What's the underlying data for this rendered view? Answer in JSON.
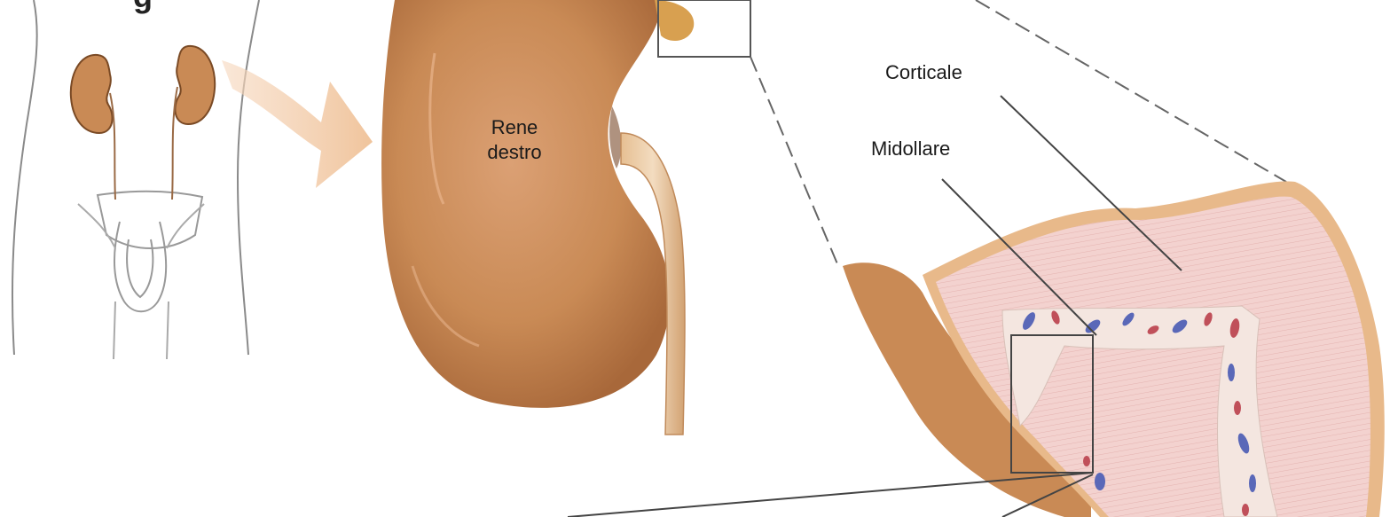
{
  "labels": {
    "kidney": {
      "line1": "Rene",
      "line2": "destro"
    },
    "cortex": "Corticale",
    "medulla": "Midollare"
  },
  "colors": {
    "kidney_fill": "#c98a55",
    "kidney_highlight": "#e2ad7e",
    "section_pink": "#f2cfcc",
    "capsule": "#e8b98a",
    "vessel_blue": "#5a68b8",
    "vessel_red": "#c0505a",
    "outline": "#555555"
  }
}
